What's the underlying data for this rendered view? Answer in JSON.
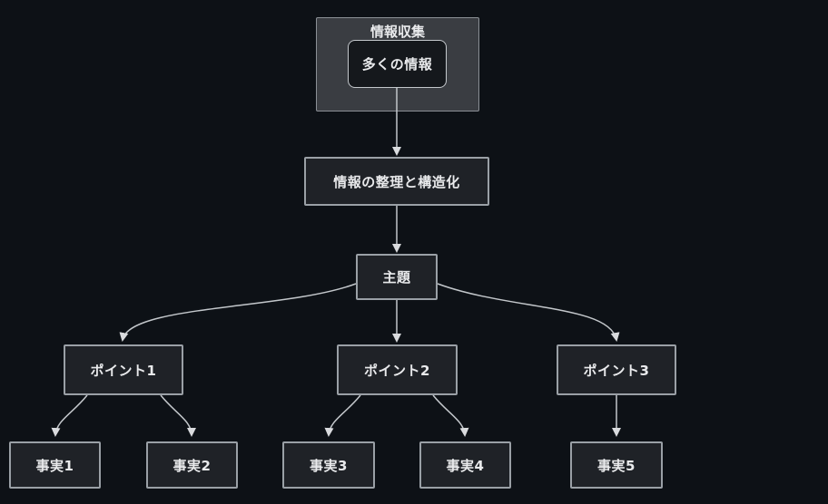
{
  "diagram": {
    "type": "flowchart",
    "direction": "top-down",
    "cluster": {
      "label": "情報収集",
      "children": [
        "多くの情報"
      ]
    },
    "nodes": {
      "cluster_label": "情報収集",
      "many_info": "多くの情報",
      "organize": "情報の整理と構造化",
      "topic": "主題",
      "point1": "ポイント1",
      "point2": "ポイント2",
      "point3": "ポイント3",
      "fact1": "事実1",
      "fact2": "事実2",
      "fact3": "事実3",
      "fact4": "事実4",
      "fact5": "事実5"
    },
    "edges": [
      {
        "from": "多くの情報",
        "to": "情報の整理と構造化"
      },
      {
        "from": "情報の整理と構造化",
        "to": "主題"
      },
      {
        "from": "主題",
        "to": "ポイント1"
      },
      {
        "from": "主題",
        "to": "ポイント2"
      },
      {
        "from": "主題",
        "to": "ポイント3"
      },
      {
        "from": "ポイント1",
        "to": "事実1"
      },
      {
        "from": "ポイント1",
        "to": "事実2"
      },
      {
        "from": "ポイント2",
        "to": "事実3"
      },
      {
        "from": "ポイント2",
        "to": "事実4"
      },
      {
        "from": "ポイント3",
        "to": "事実5"
      }
    ]
  },
  "colors": {
    "background": "#0d1116",
    "cluster_fill": "#3a3d42",
    "cluster_border": "#8b9096",
    "node_fill": "#1f2227",
    "inner_node_fill": "#15181c",
    "node_border": "#9aa0a6",
    "inner_node_border": "#c4c8cc",
    "edge": "#c3c7cb",
    "arrowhead": "#d9dbde",
    "text": "#e9eaec"
  }
}
